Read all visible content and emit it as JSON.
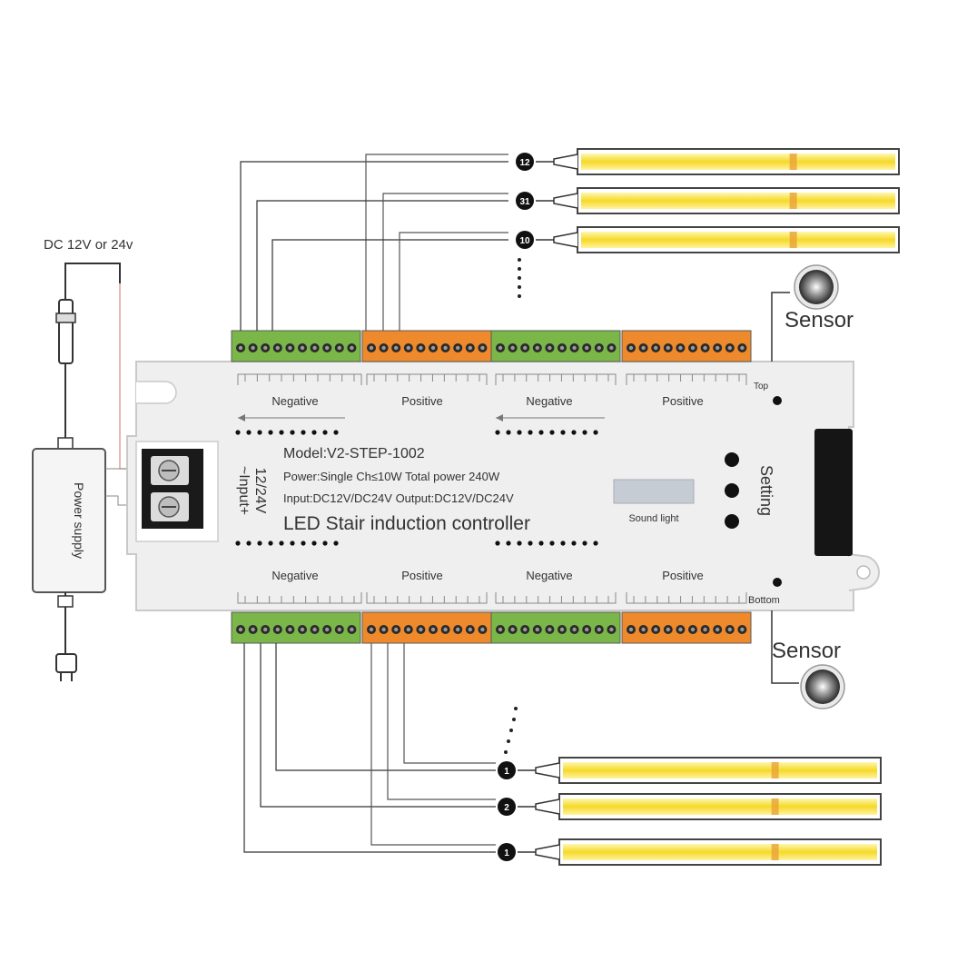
{
  "power": {
    "voltage_label": "DC 12V or 24v",
    "supply_label": "Power supply"
  },
  "controller": {
    "model_line": "Model:V2-STEP-1002",
    "spec_line1": "Power:Single Ch≤10W Total power 240W",
    "spec_line2": "Input:DC12V/DC24V Output:DC12V/DC24V",
    "product_name": "LED Stair induction controller",
    "input_label": "~Input+",
    "input_voltage": "12/24V",
    "setting_label": "Setting",
    "sound_light_label": "Sound light",
    "terminal_labels_top": [
      "Negative",
      "Positive",
      "Negative",
      "Positive"
    ],
    "terminal_labels_bottom": [
      "Negative",
      "Positive",
      "Negative",
      "Positive"
    ],
    "top_right_label": "Top",
    "bottom_right_label": "Bottom"
  },
  "sensors": [
    {
      "label": "Sensor"
    },
    {
      "label": "Sensor"
    }
  ],
  "channels_top": [
    "12",
    "31",
    "10"
  ],
  "channels_bottom": [
    "1",
    "2",
    "1"
  ],
  "colors": {
    "led_glow": "#f8e34a",
    "led_core": "#fff9c8",
    "terminal_green": "#7ab648",
    "terminal_orange": "#ef8a2c",
    "wire": "#333333",
    "wire_red": "#c0392b",
    "controller_body": "#efefef"
  }
}
